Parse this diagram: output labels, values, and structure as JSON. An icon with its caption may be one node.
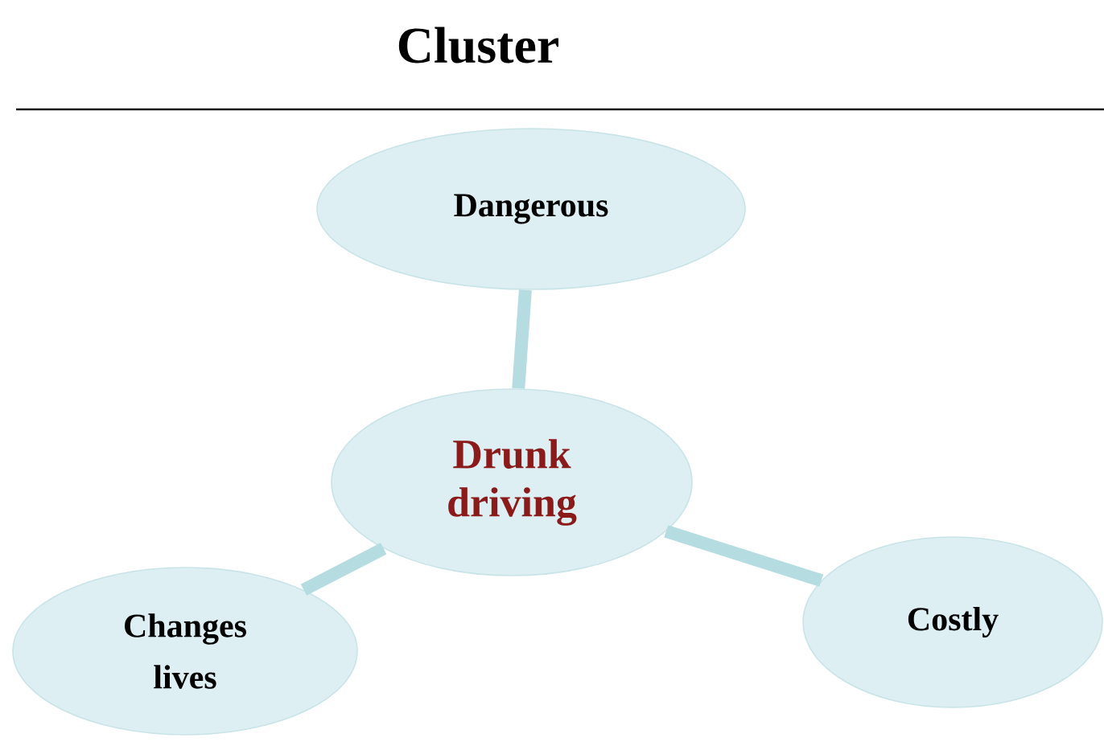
{
  "diagram": {
    "title": "Cluster",
    "nodes": [
      {
        "text": [
          "Dangerous"
        ]
      },
      {
        "text": [
          "Drunk driving"
        ]
      },
      {
        "text": [
          "Changes lives"
        ]
      },
      {
        "text": [
          "Costly"
        ]
      }
    ],
    "edges": [
      {
        "from": 1,
        "to": 0,
        "arrow": "none"
      },
      {
        "from": 1,
        "to": 2,
        "arrow": "none"
      },
      {
        "from": 1,
        "to": 3,
        "arrow": "none"
      }
    ]
  }
}
